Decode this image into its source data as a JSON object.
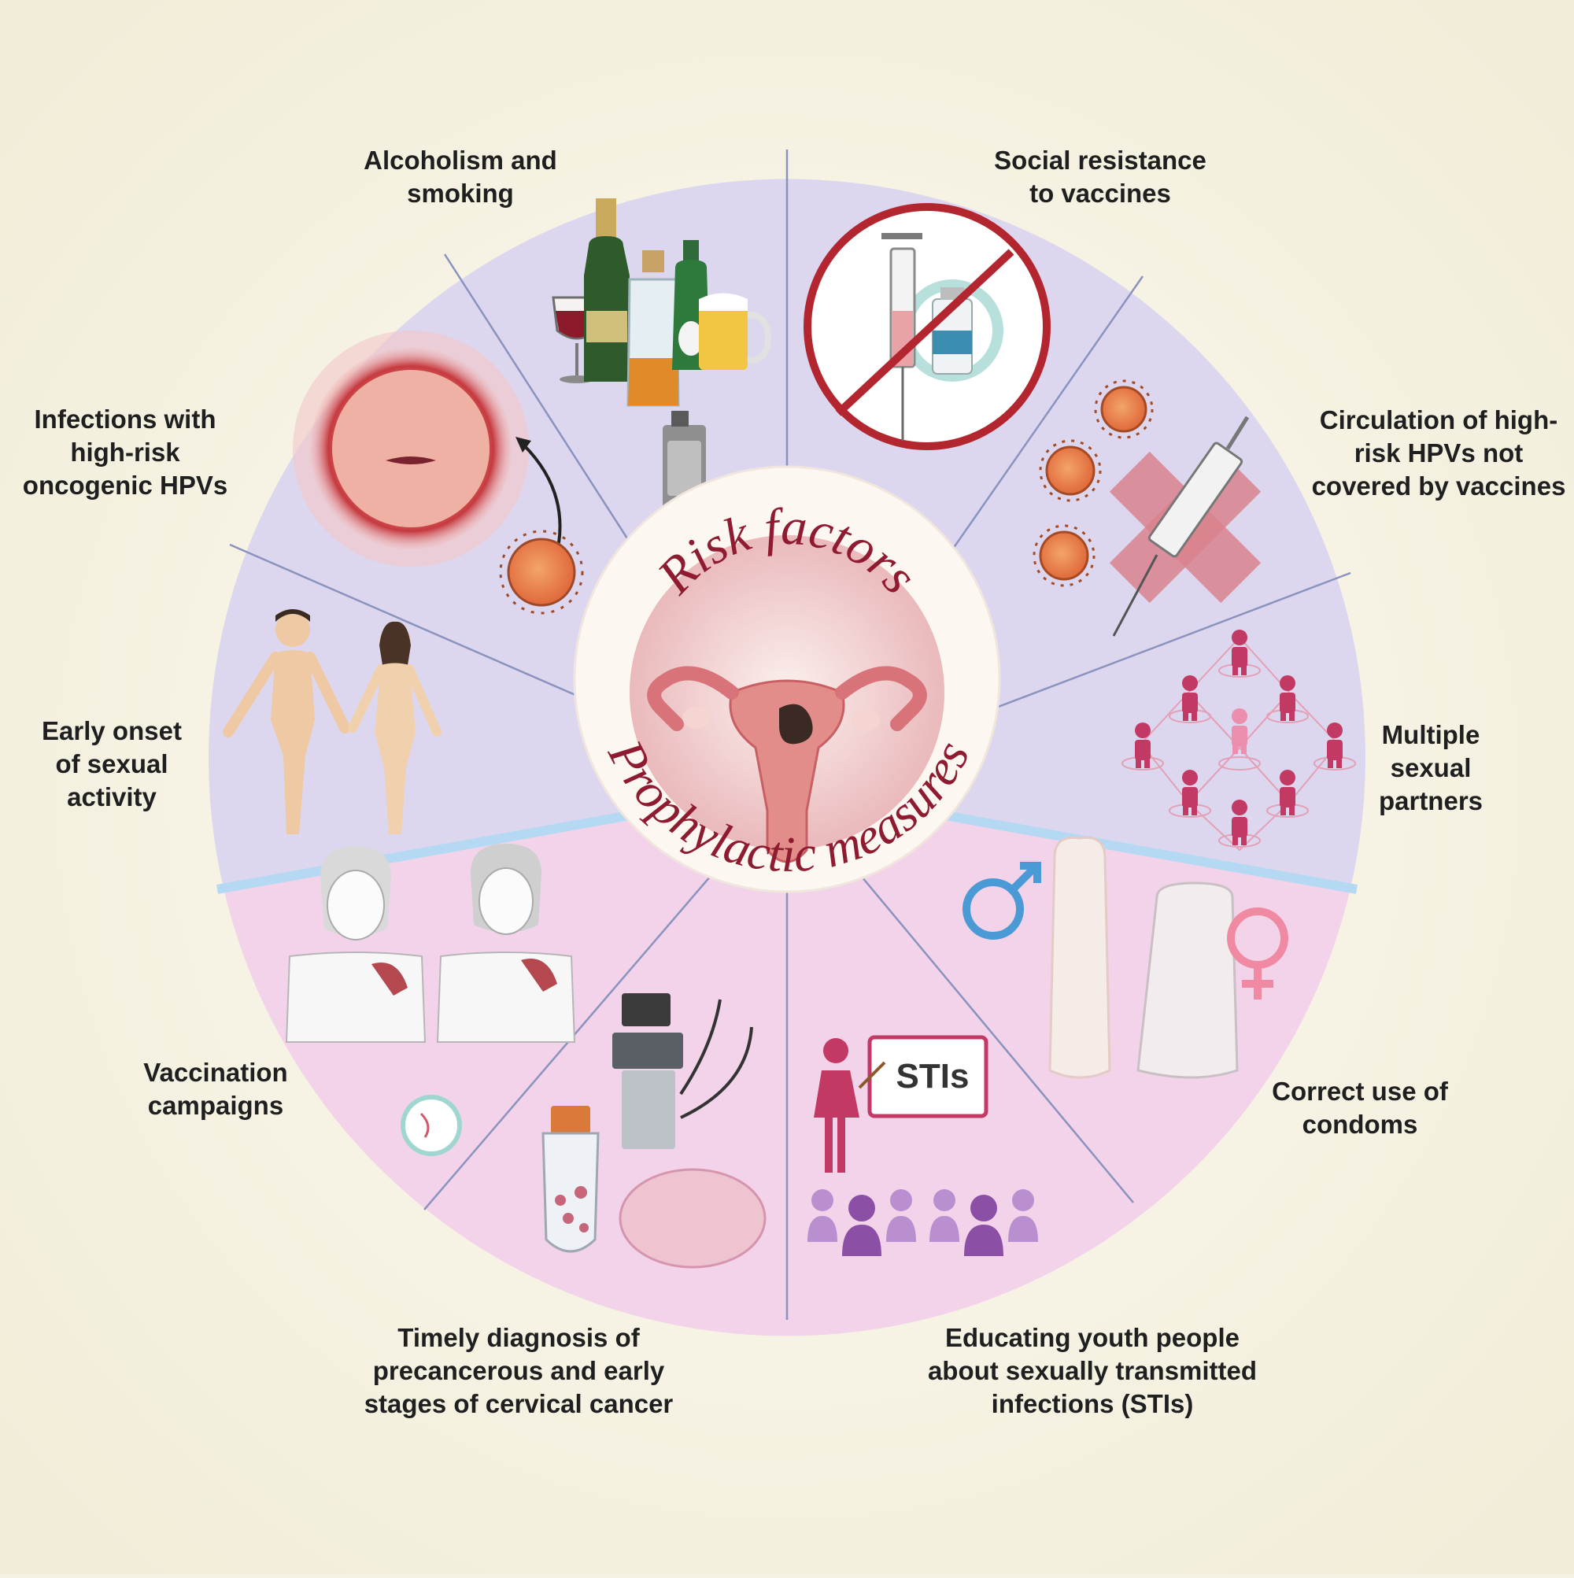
{
  "center": {
    "top_arc_text": "Risk factors",
    "bottom_arc_text": "Prophylactic measures"
  },
  "risk_factors": [
    {
      "id": "alcohol",
      "lines": [
        "Alcoholism and",
        "smoking"
      ]
    },
    {
      "id": "vaccine-resistance",
      "lines": [
        "Social resistance",
        "to vaccines"
      ]
    },
    {
      "id": "uncovered-hpv",
      "lines": [
        "Circulation of high-",
        "risk HPVs not",
        "covered by vaccines"
      ]
    },
    {
      "id": "partners",
      "lines": [
        "Multiple",
        "sexual",
        "partners"
      ]
    },
    {
      "id": "early-onset",
      "lines": [
        "Early onset",
        "of sexual",
        "activity"
      ]
    },
    {
      "id": "infections",
      "lines": [
        "Infections with",
        "high-risk",
        "oncogenic HPVs"
      ]
    }
  ],
  "prophylactic_measures": [
    {
      "id": "condoms",
      "lines": [
        "Correct use of",
        "condoms"
      ]
    },
    {
      "id": "education",
      "lines": [
        "Educating youth people",
        "about sexually transmitted",
        "infections (STIs)"
      ]
    },
    {
      "id": "diagnosis",
      "lines": [
        "Timely diagnosis of",
        "precancerous and early",
        "stages of cervical cancer"
      ]
    },
    {
      "id": "vaccination",
      "lines": [
        "Vaccination",
        "campaigns"
      ]
    }
  ],
  "board_text": "STIs",
  "colors": {
    "background": "#f4f1e2",
    "risk_sector": "#dcd7ee",
    "prevention_sector": "#f2d3e9",
    "divider": "#8a93bd",
    "separator": "#b5d8f3",
    "title_red": "#8e1b2f",
    "partners_pink": "#c23a63",
    "people_purple": "#8b4fa6"
  }
}
